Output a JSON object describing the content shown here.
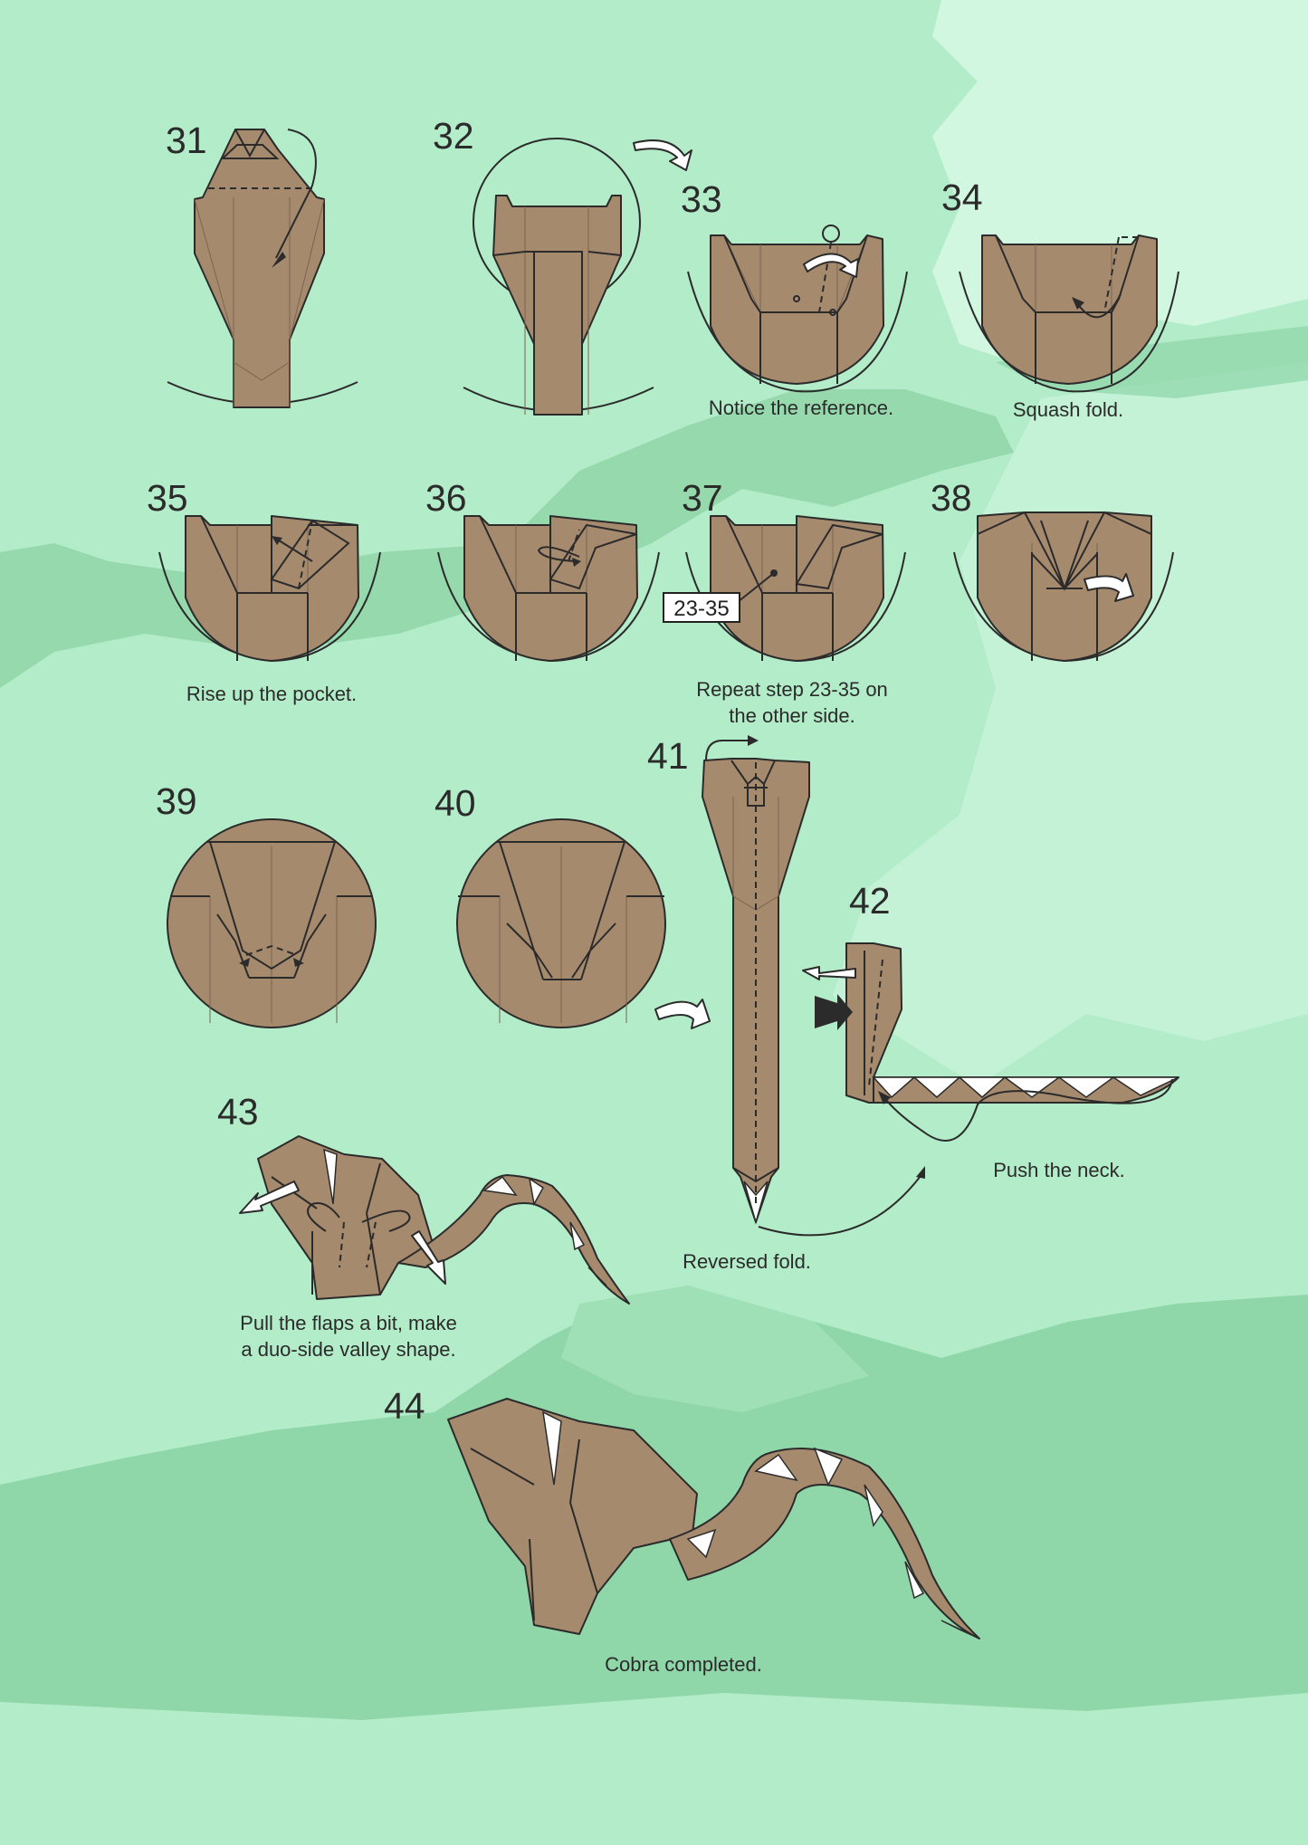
{
  "steps": [
    {
      "number": "31",
      "caption": ""
    },
    {
      "number": "32",
      "caption": ""
    },
    {
      "number": "33",
      "caption": "Notice the reference."
    },
    {
      "number": "34",
      "caption": "Squash fold."
    },
    {
      "number": "35",
      "caption": "Rise up the pocket."
    },
    {
      "number": "36",
      "caption": ""
    },
    {
      "number": "37",
      "caption": "Repeat step 23-35 on the other side.",
      "caption_lines": [
        "Repeat step 23-35 on",
        "the other side."
      ],
      "reference_tag": "23-35"
    },
    {
      "number": "38",
      "caption": ""
    },
    {
      "number": "39",
      "caption": ""
    },
    {
      "number": "40",
      "caption": ""
    },
    {
      "number": "41",
      "caption": "Reversed fold."
    },
    {
      "number": "42",
      "caption": "Push the neck."
    },
    {
      "number": "43",
      "caption": "Pull the flaps a bit, make a duo-side valley shape.",
      "caption_lines": [
        "Pull the flaps a bit, make",
        "a duo-side valley shape."
      ]
    },
    {
      "number": "44",
      "caption": "Cobra completed."
    }
  ],
  "colors": {
    "background": "#b3ecc9",
    "background_light": "#d2f7e0",
    "background_dark": "#8fd6a8",
    "paper": "#a68a6e",
    "outline": "#2b2b2b"
  }
}
